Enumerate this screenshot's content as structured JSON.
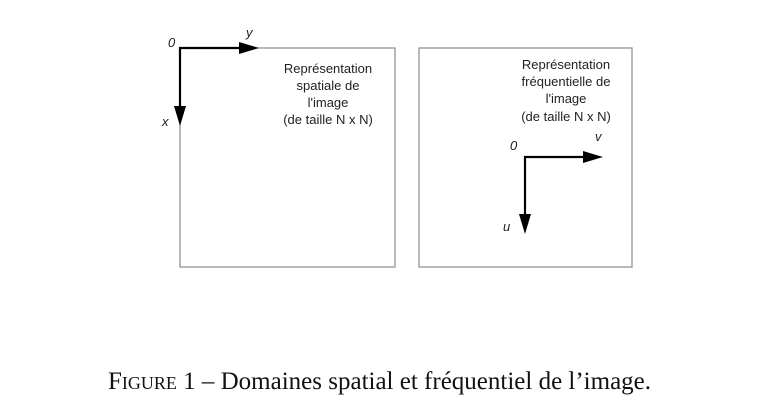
{
  "spatial_panel": {
    "text_lines": [
      "Représentation",
      "spatiale de",
      "l'image",
      "(de taille N x N)"
    ],
    "origin_label": "0",
    "horizontal_axis_label": "y",
    "vertical_axis_label": "x"
  },
  "frequency_panel": {
    "text_lines": [
      "Représentation",
      "fréquentielle de",
      "l'image",
      "(de taille N x N)"
    ],
    "origin_label": "0",
    "horizontal_axis_label": "v",
    "vertical_axis_label": "u"
  },
  "caption": {
    "label": "Figure 1",
    "separator": " – ",
    "text": "Domaines spatial et fréquentiel de l’image."
  }
}
